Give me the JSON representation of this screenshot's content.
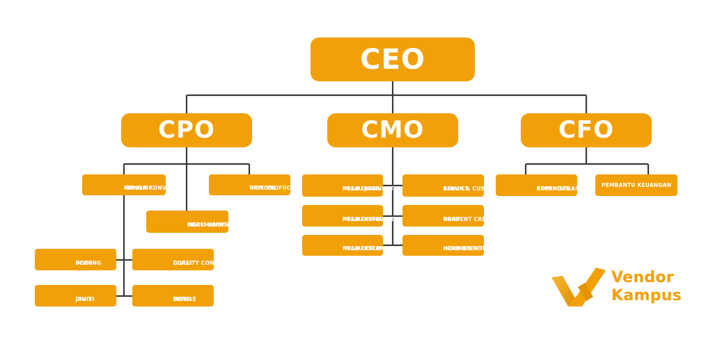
{
  "colors": {
    "box": "#f2a007",
    "line": "#3a3a3a",
    "text": "#ffffff"
  },
  "nodes": {
    "ceo": "CEO",
    "cpo": "CPO",
    "cmo": "CMO",
    "cfo": "CFO",
    "kepala_konveksi": [
      "KEPALA KONVEKSI",
      "MANDIRI"
    ],
    "vide_profuction": [
      "VIDE PROFUCTION",
      "OFFICER"
    ],
    "divisi_kemitraan": [
      "DIVISI KEMITRAAN &",
      "MERCHANDISE"
    ],
    "divisi_potong": [
      "DIVISI",
      "POTONG"
    ],
    "divisi_qc": [
      "DIVISI",
      "QUALITY CONTROL"
    ],
    "divisi_jahit": [
      "DIVISI",
      "JAHIT"
    ],
    "divisi_mobile": [
      "DIVISI",
      "MOBILE"
    ],
    "hd_jawa": [
      "HEAD DISTRIBUTOR",
      "PULAU JAWA"
    ],
    "admin_cs": [
      "ADMIN & CUSTOMER",
      "SERVICE"
    ],
    "hd_sumatera": [
      "HEAD DISTRIBUTOR",
      "PULAU SUMATERA"
    ],
    "head_content": [
      "HEAD",
      "CONTENT CREATOR"
    ],
    "hd_kalimantan": [
      "HEAD DISTRIBUTOR",
      "PULAU KALIMANTAN"
    ],
    "hd_indonesia_timur": [
      "HEAD DISTRIBUTOR",
      "INDONESIA TIMUR"
    ],
    "administrasi": [
      "ADMINISTRASI",
      "KEUANGAN"
    ],
    "pembantu": "PEMBANTU KEUANGAN"
  },
  "logo": {
    "line1": "Vendor",
    "line2": "Kampus",
    "icon": "vendor-kampus-logo-icon"
  }
}
